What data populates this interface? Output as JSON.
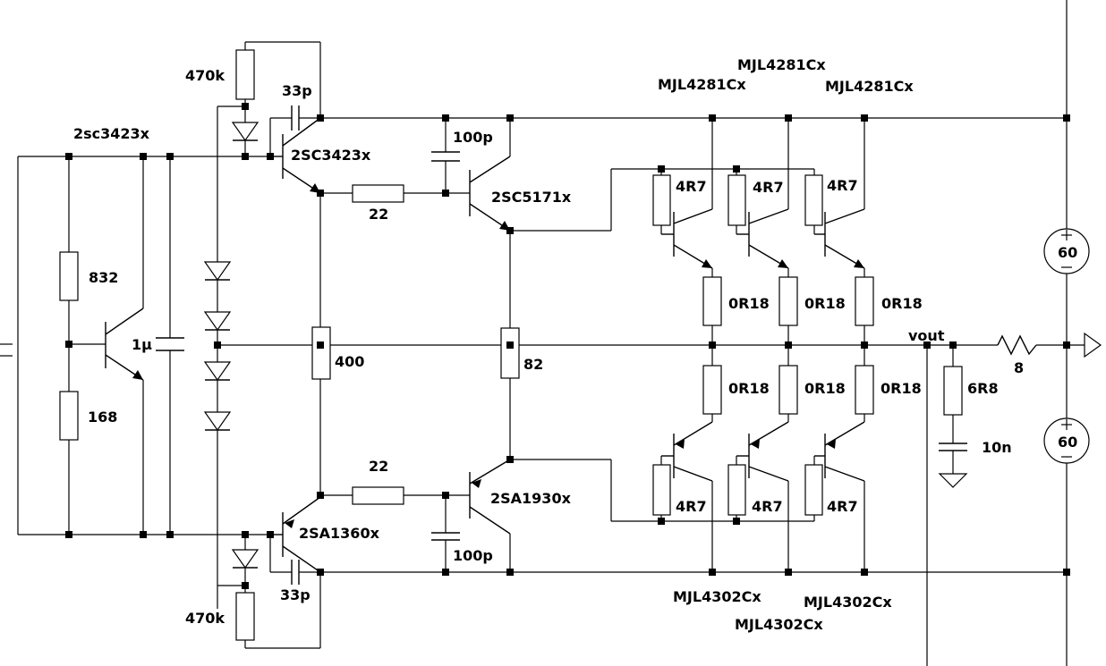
{
  "labels": {
    "q_input": "2sc3423x",
    "q_driver_top": "2SC3423x",
    "q_vas_top": "2SC5171x",
    "q_driver_bot": "2SA1360x",
    "q_vas_bot": "2SA1930x",
    "q_out_top_1": "MJL4281Cx",
    "q_out_top_2": "MJL4281Cx",
    "q_out_top_3": "MJL4281Cx",
    "q_out_bot_1": "MJL4302Cx",
    "q_out_bot_2": "MJL4302Cx",
    "q_out_bot_3": "MJL4302Cx",
    "r_832": "832",
    "r_168": "168",
    "c_1u": "1µ",
    "r_470k_top": "470k",
    "r_470k_bot": "470k",
    "c_33p_top": "33p",
    "c_33p_bot": "33p",
    "r_22_top": "22",
    "r_22_bot": "22",
    "c_100p_top": "100p",
    "c_100p_bot": "100p",
    "r_400": "400",
    "r_82": "82",
    "r_4r7_top_1": "4R7",
    "r_4r7_top_2": "4R7",
    "r_4r7_top_3": "4R7",
    "r_4r7_bot_1": "4R7",
    "r_4r7_bot_2": "4R7",
    "r_4r7_bot_3": "4R7",
    "r_0r18_top_1": "0R18",
    "r_0r18_top_2": "0R18",
    "r_0r18_top_3": "0R18",
    "r_0r18_bot_1": "0R18",
    "r_0r18_bot_2": "0R18",
    "r_0r18_bot_3": "0R18",
    "net_vout": "vout",
    "r_6r8": "6R8",
    "c_10n": "10n",
    "r_load": "8",
    "v_top": "60",
    "v_bot": "60"
  }
}
